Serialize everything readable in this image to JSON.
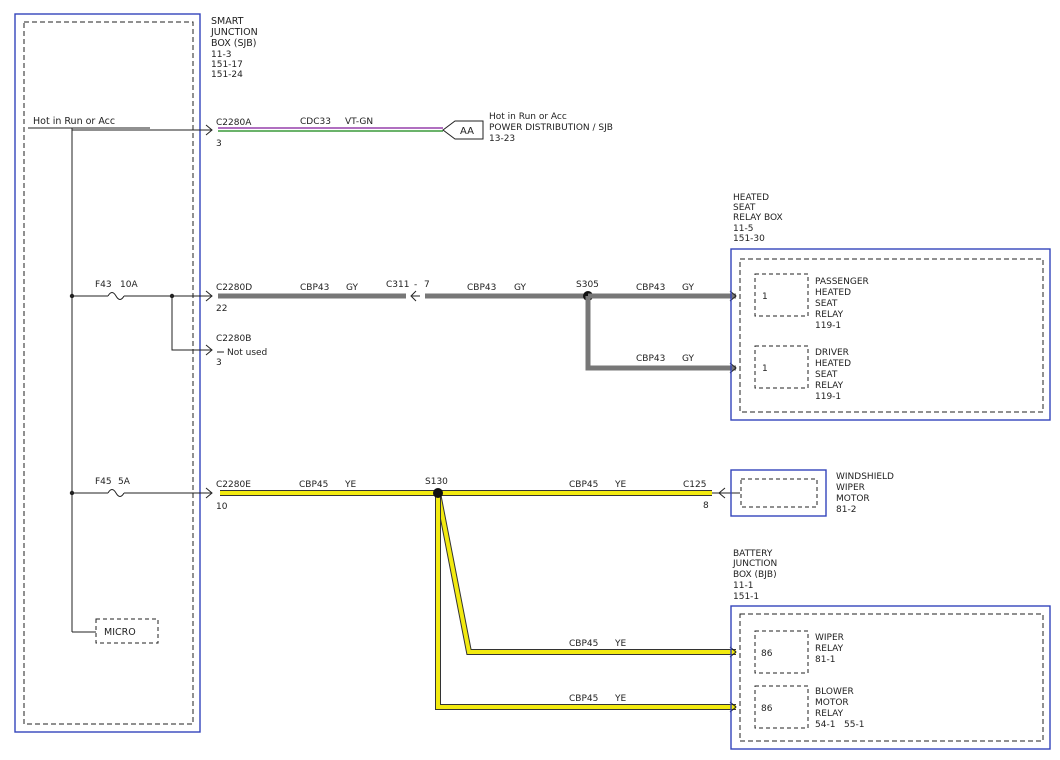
{
  "sjb": {
    "title": [
      "SMART",
      "JUNCTION",
      "BOX (SJB)"
    ],
    "refs": [
      "11-3",
      "151-17",
      "151-24"
    ],
    "hot_label": "Hot in Run or Acc",
    "micro": "MICRO"
  },
  "circuit_cdc33": {
    "connector": "C2280A",
    "pin": "3",
    "wire": "CDC33",
    "color": "VT-GN",
    "dest_tag": "AA",
    "dest_lines": [
      "Hot in Run or Acc",
      "POWER DISTRIBUTION / SJB",
      "13-23"
    ]
  },
  "fuse_f43": {
    "label": "F43",
    "rating": "10A",
    "connector": "C2280D",
    "pin": "22",
    "wire_a": "CBP43",
    "color_a": "GY",
    "inline_connector": "C311",
    "inline_pin": "7",
    "wire_b": "CBP43",
    "color_b": "GY",
    "splice": "S305",
    "wire_c": "CBP43",
    "color_c": "GY",
    "wire_d": "CBP43",
    "color_d": "GY"
  },
  "unused": {
    "connector": "C2280B",
    "pin": "3",
    "note": "Not used"
  },
  "heated_seat_box": {
    "title": [
      "HEATED",
      "SEAT",
      "RELAY BOX"
    ],
    "refs": [
      "11-5",
      "151-30"
    ],
    "passenger": {
      "pin": "1",
      "name": [
        "PASSENGER",
        "HEATED",
        "SEAT",
        "RELAY"
      ],
      "ref": "119-1"
    },
    "driver": {
      "pin": "1",
      "name": [
        "DRIVER",
        "HEATED",
        "SEAT",
        "RELAY"
      ],
      "ref": "119-1"
    }
  },
  "fuse_f45": {
    "label": "F45",
    "rating": "5A",
    "connector": "C2280E",
    "pin": "10",
    "wire_a": "CBP45",
    "color_a": "YE",
    "splice": "S130",
    "wire_b": "CBP45",
    "color_b": "YE",
    "dest_connector": "C125",
    "dest_pin": "8",
    "wire_c": "CBP45",
    "color_c": "YE",
    "wire_d": "CBP45",
    "color_d": "YE"
  },
  "wiper_motor": {
    "name": [
      "WINDSHIELD",
      "WIPER",
      "MOTOR"
    ],
    "ref": "81-2"
  },
  "bjb": {
    "title": [
      "BATTERY",
      "JUNCTION",
      "BOX (BJB)"
    ],
    "refs": [
      "11-1",
      "151-1"
    ],
    "wiper_relay": {
      "pin": "86",
      "name": [
        "WIPER",
        "RELAY"
      ],
      "ref": "81-1"
    },
    "blower_relay": {
      "pin": "86",
      "name": [
        "BLOWER",
        "MOTOR",
        "RELAY"
      ],
      "ref": "54-1   55-1"
    }
  },
  "colors": {
    "box_border": "#3344bb",
    "wire_gray": "#777777",
    "wire_yellow": "#f2ea10",
    "wire_violet": "#b06fc0",
    "wire_green": "#3a9a3a"
  }
}
